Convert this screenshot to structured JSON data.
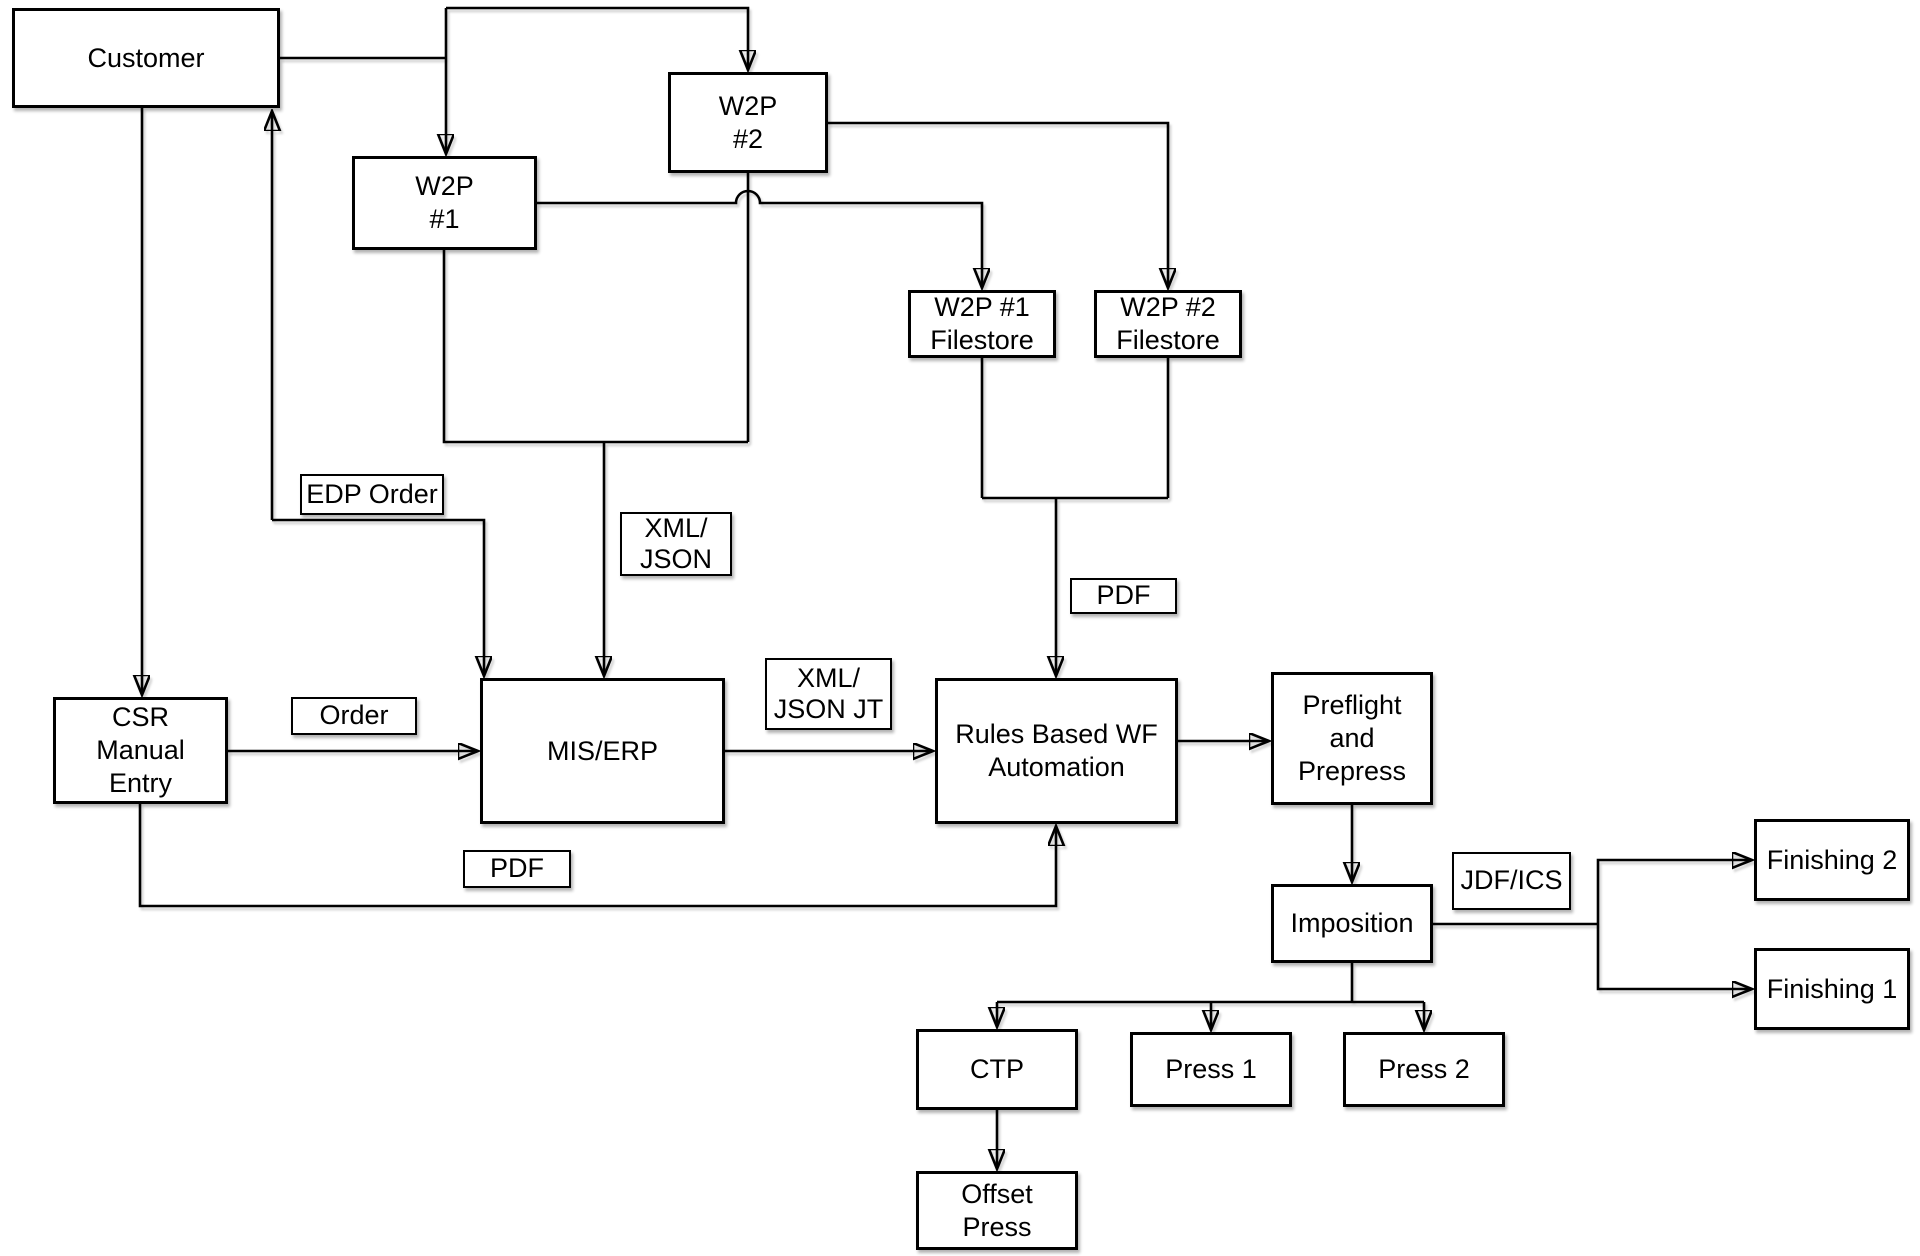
{
  "diagram": {
    "description": "Print production workflow diagram",
    "colors": {
      "background": "#ffffff",
      "line": "#000000",
      "box_fill": "#ffffff",
      "box_border": "#000000"
    },
    "nodes": {
      "customer": {
        "label": "Customer"
      },
      "w2p1": {
        "label": "W2P\n#1"
      },
      "w2p2": {
        "label": "W2P\n#2"
      },
      "w2p1_filestore": {
        "label": "W2P #1\nFilestore"
      },
      "w2p2_filestore": {
        "label": "W2P #2\nFilestore"
      },
      "csr": {
        "label": "CSR\nManual\nEntry"
      },
      "mis_erp": {
        "label": "MIS/ERP"
      },
      "rules_wf": {
        "label": "Rules Based WF\nAutomation"
      },
      "preflight": {
        "label": "Preflight\nand\nPrepress"
      },
      "imposition": {
        "label": "Imposition"
      },
      "finishing2": {
        "label": "Finishing 2"
      },
      "finishing1": {
        "label": "Finishing 1"
      },
      "ctp": {
        "label": "CTP"
      },
      "press1": {
        "label": "Press 1"
      },
      "press2": {
        "label": "Press 2"
      },
      "offset_press": {
        "label": "Offset\nPress"
      }
    },
    "edge_labels": {
      "edp_order": {
        "label": "EDP Order"
      },
      "xml_json": {
        "label": "XML/\nJSON"
      },
      "pdf_upper": {
        "label": "PDF"
      },
      "order": {
        "label": "Order"
      },
      "xml_json_jt": {
        "label": "XML/\nJSON JT"
      },
      "pdf_lower": {
        "label": "PDF"
      },
      "jdf_ics": {
        "label": "JDF/ICS"
      }
    }
  }
}
